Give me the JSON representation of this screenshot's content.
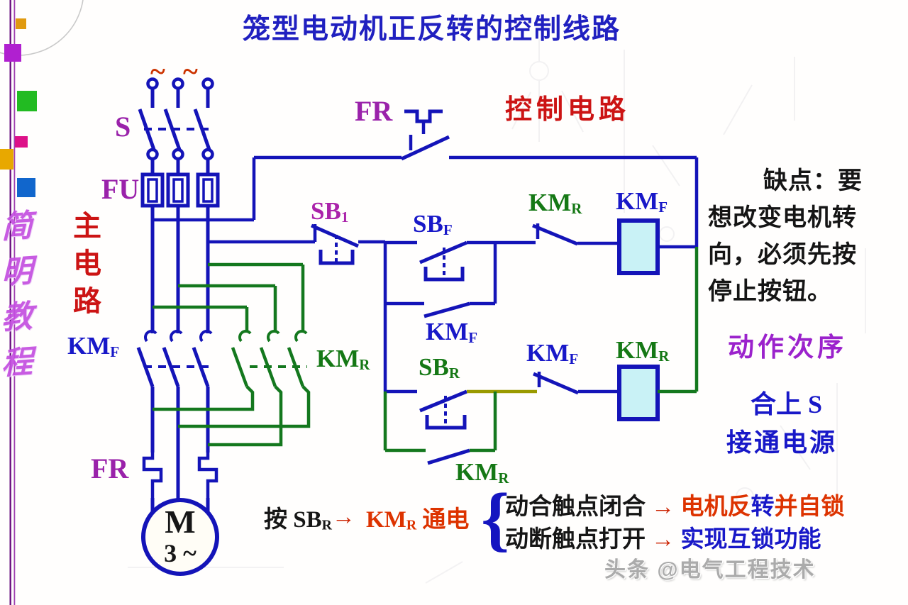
{
  "title": "笼型电动机正反转的控制线路",
  "sidebar": {
    "banner_text": "简明教程"
  },
  "sections": {
    "control_circuit_label": "控制电路",
    "main_circuit_label": "主电路"
  },
  "supply": {
    "ac_tilde": "~"
  },
  "components": {
    "s": "S",
    "fu": "FU",
    "fr": "FR",
    "sb1_base": "SB",
    "sb1_sub": "1",
    "sbf_base": "SB",
    "sbf_sub": "F",
    "sbr_base": "SB",
    "sbr_sub": "R",
    "kmf_base": "KM",
    "kmf_sub": "F",
    "kmr_base": "KM",
    "kmr_sub": "R",
    "motor_letter": "M",
    "motor_phase": "3 ~"
  },
  "notes": {
    "disadvantage_lines": [
      "缺点：要",
      "想改变电机转",
      "向，必须先按",
      "停止按钮。"
    ],
    "action_title": "动作次序",
    "action_step_line1": "合上 S",
    "action_step_line2": "接通电源"
  },
  "formula": {
    "press_prefix": "按 SB",
    "press_sub": "R",
    "arrow": "→",
    "energize_base": "KM",
    "energize_sub": "R",
    "energize_suffix": " 通电",
    "brace": "{",
    "line1_condition": "动合触点闭合",
    "line1_result_red_a": "电机反",
    "line1_result_blue": "转",
    "line1_result_red_b": "并自锁",
    "line2_condition": "动断触点打开",
    "line2_result": "实现互锁功能"
  },
  "watermark": "头条 @电气工程技术",
  "colors": {
    "wire_blue": "#1414b8",
    "wire_green": "#14781e",
    "wire_olive": "#9a9a00",
    "coil_fill": "#c9f2f6",
    "tilde_red": "#cc3300",
    "label_purple": "#9a22aa",
    "label_blue": "#1818c8",
    "label_green": "#157815",
    "label_red": "#cc1414"
  }
}
